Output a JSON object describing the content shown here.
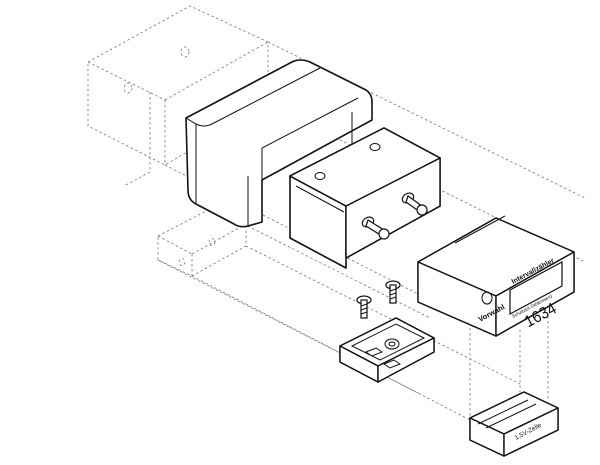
{
  "counter": {
    "title": "Intervallzähler",
    "button_label": "Vorwahl",
    "display_value": "1634",
    "bottom_text": "Schaltzeit Zählerstand"
  },
  "battery": {
    "label": "1,5V-Zelle"
  }
}
